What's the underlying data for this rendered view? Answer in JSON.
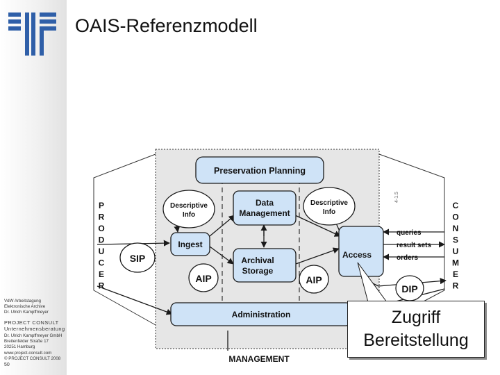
{
  "slide": {
    "title": "OAIS-Referenzmodell",
    "page_number": "50"
  },
  "sidebar": {
    "course_line1": "VdW Arbeitstagung",
    "course_line2": "Elektronische Archive",
    "course_line3": "Dr. Ulrich Kampffmeyer",
    "company_line1": "PROJECT CONSULT",
    "company_line2": "Unternehmensberatung",
    "address_line1": "Dr. Ulrich Kampffmeyer GmbH",
    "address_line2": "Breitenfelder Straße 17",
    "address_line3": "20251 Hamburg",
    "web": "www.project-consult.com",
    "copyright": "© PROJECT CONSULT 2008"
  },
  "diagram": {
    "preservation_planning": "Preservation Planning",
    "data_management_line1": "Data",
    "data_management_line2": "Management",
    "descriptive_info_left_line1": "Descriptive",
    "descriptive_info_left_line2": "Info",
    "descriptive_info_right_line1": "Descriptive",
    "descriptive_info_right_line2": "Info",
    "ingest": "Ingest",
    "access": "Access",
    "archival_storage_line1": "Archival",
    "archival_storage_line2": "Storage",
    "sip": "SIP",
    "aip_left": "AIP",
    "aip_right": "AIP",
    "dip": "DIP",
    "administration": "Administration",
    "management": "MANAGEMENT",
    "queries": "queries",
    "result_sets": "result sets",
    "orders": "orders",
    "figure_id": "4-1.5",
    "producer_letters": [
      "P",
      "R",
      "O",
      "D",
      "U",
      "C",
      "E",
      "R"
    ],
    "consumer_letters": [
      "C",
      "O",
      "N",
      "S",
      "U",
      "M",
      "E",
      "R"
    ]
  },
  "callout": {
    "line1": "Zugriff",
    "line2": "Bereitstellung"
  },
  "colors": {
    "box_fill": "#cfe3f7",
    "dotted_area": "#e6e6e6",
    "line": "#1a1a1a"
  }
}
